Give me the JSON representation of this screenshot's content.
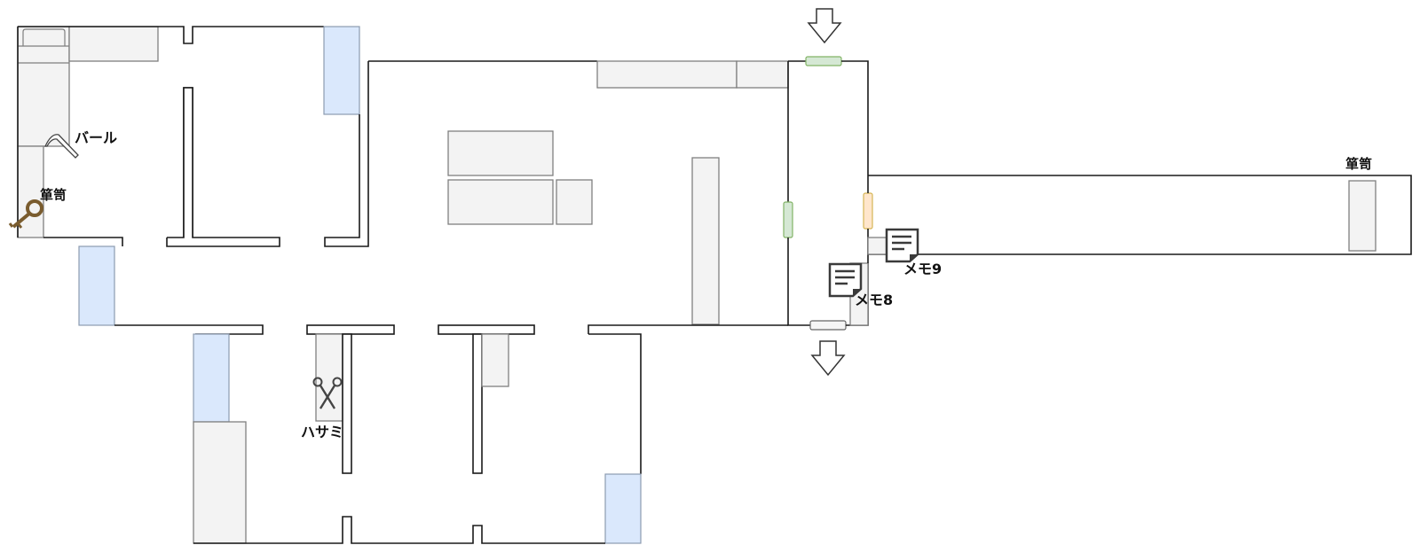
{
  "diagram": {
    "type": "floor-plan",
    "colors": {
      "wall": "#1a1a1a",
      "furniture_fill": "#f3f3f3",
      "furniture_stroke": "#7f7f7f",
      "window_fill": "#dae8fc",
      "door_green": "#d5e8d4",
      "door_orange": "#ffe6cc",
      "key_brown": "#7a5c2e"
    },
    "items": [
      {
        "id": "crowbar",
        "label": "バール",
        "icon": "crowbar-icon"
      },
      {
        "id": "key",
        "label": "箪笥",
        "icon": "key-icon"
      },
      {
        "id": "scissors",
        "label": "ハサミ",
        "icon": "scissors-icon"
      },
      {
        "id": "memo8",
        "label": "メモ8",
        "icon": "memo-icon"
      },
      {
        "id": "memo9",
        "label": "メモ9",
        "icon": "memo-icon"
      },
      {
        "id": "dresser",
        "label": "箪笥"
      }
    ],
    "arrows": [
      {
        "id": "entry-top",
        "direction": "down"
      },
      {
        "id": "exit-bottom",
        "direction": "down"
      }
    ]
  }
}
